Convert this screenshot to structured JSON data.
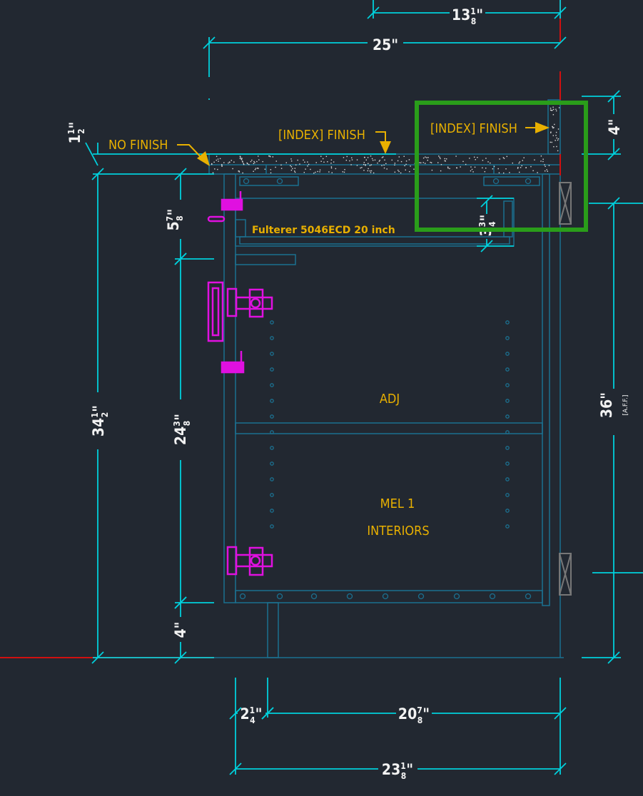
{
  "colors": {
    "background": "#222831",
    "dimension": "#00d0dc",
    "cabinet": "#1b7090",
    "label": "#e8b000",
    "hardware": "#e010e0",
    "highlight": "#2a9d1a",
    "reference": "#d01010"
  },
  "dimensions": [
    {
      "id": "top-depth",
      "whole": "13",
      "num": "1",
      "den": "8"
    },
    {
      "id": "overall-depth",
      "whole": "25",
      "num": "",
      "den": ""
    },
    {
      "id": "countertop-thickness",
      "whole": "1",
      "num": "1",
      "den": "2"
    },
    {
      "id": "drawer-height",
      "whole": "5",
      "num": "7",
      "den": "8"
    },
    {
      "id": "cabinet-height",
      "whole": "34",
      "num": "1",
      "den": "2"
    },
    {
      "id": "door-height",
      "whole": "24",
      "num": "3",
      "den": "8"
    },
    {
      "id": "toe-kick",
      "whole": "4",
      "num": "",
      "den": ""
    },
    {
      "id": "drawer-gap",
      "whole": "3",
      "num": "3",
      "den": "4"
    },
    {
      "id": "backsplash",
      "whole": "4",
      "num": "",
      "den": ""
    },
    {
      "id": "counter-height",
      "whole": "36",
      "num": "",
      "den": "",
      "note": "[A.F.F.]"
    },
    {
      "id": "toe-setback",
      "whole": "2",
      "num": "1",
      "den": "4"
    },
    {
      "id": "box-depth",
      "whole": "20",
      "num": "7",
      "den": "8"
    },
    {
      "id": "cabinet-depth",
      "whole": "23",
      "num": "1",
      "den": "8"
    }
  ],
  "labels": {
    "no_finish": "NO FINISH",
    "index_finish_top": "[INDEX] FINISH",
    "index_finish_back": "[INDEX] FINISH",
    "drawer_slide": "Fulterer 5046ECD 20 inch",
    "adj": "ADJ",
    "mel": "MEL 1",
    "interiors": "INTERIORS"
  }
}
